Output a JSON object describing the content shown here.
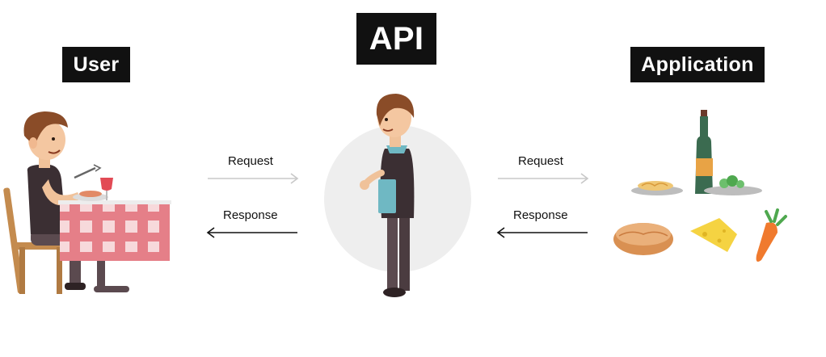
{
  "labels": {
    "user": "User",
    "api": "API",
    "application": "Application"
  },
  "flows": {
    "left": {
      "request": "Request",
      "response": "Response"
    },
    "right": {
      "request": "Request",
      "response": "Response"
    }
  },
  "colors": {
    "label_bg": "#111111",
    "label_text": "#ffffff",
    "request_arrow": "#c8c8c8",
    "response_arrow": "#111111",
    "waiter_circle": "#eeeeee",
    "tablecloth_red": "#e2707a",
    "wine_bottle": "#3b6b50"
  },
  "icons": [
    "diner-illustration",
    "waiter-illustration",
    "food-illustration",
    "request-arrow-icon",
    "response-arrow-icon"
  ]
}
